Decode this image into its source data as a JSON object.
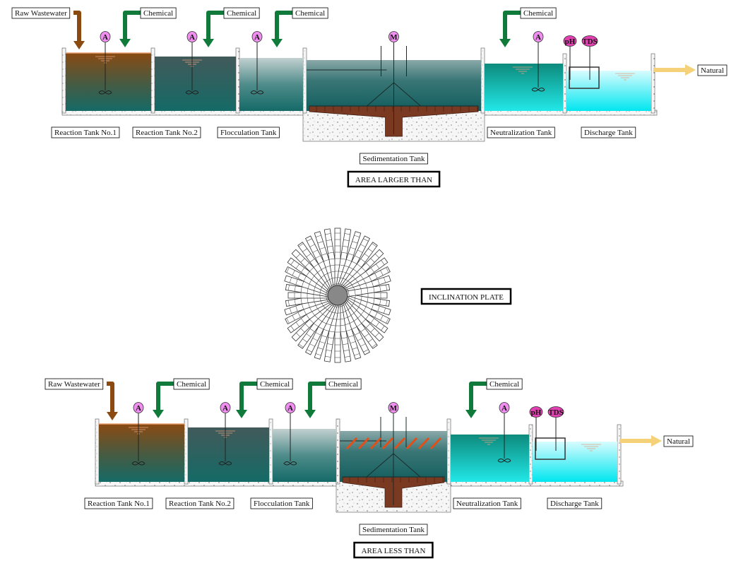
{
  "diagrams": [
    {
      "raw_input": "Raw Wastewater",
      "chemicals": [
        "Chemical",
        "Chemical",
        "Chemical",
        "Chemical"
      ],
      "output": "Natural",
      "instruments": {
        "agitator": "A",
        "motor": "M",
        "ph": "pH",
        "tds": "TDS"
      },
      "tanks": [
        "Reaction Tank No.1",
        "Reaction Tank No.2",
        "Flocculation Tank",
        "Sedimentation Tank",
        "Neutralization Tank",
        "Discharge Tank"
      ],
      "caption": "AREA LARGER THAN",
      "has_inclined_plates": false
    },
    {
      "raw_input": "Raw Wastewater",
      "chemicals": [
        "Chemical",
        "Chemical",
        "Chemical",
        "Chemical"
      ],
      "output": "Natural",
      "instruments": {
        "agitator": "A",
        "motor": "M",
        "ph": "pH",
        "tds": "TDS"
      },
      "tanks": [
        "Reaction Tank No.1",
        "Reaction Tank No.2",
        "Flocculation Tank",
        "Sedimentation Tank",
        "Neutralization Tank",
        "Discharge Tank"
      ],
      "caption": "AREA LESS THAN",
      "has_inclined_plates": true
    }
  ],
  "inclination": {
    "caption": "INCLINATION PLATE"
  },
  "colors": {
    "raw_arrow": "#8a4a10",
    "chemical_arrow": "#0f7a3a",
    "output_arrow": "#f5d27a",
    "instrument_A": "#f08ef0",
    "instrument_ph": "#e040b0",
    "sludge": "#7a3a22",
    "plate": "#e0501a"
  }
}
